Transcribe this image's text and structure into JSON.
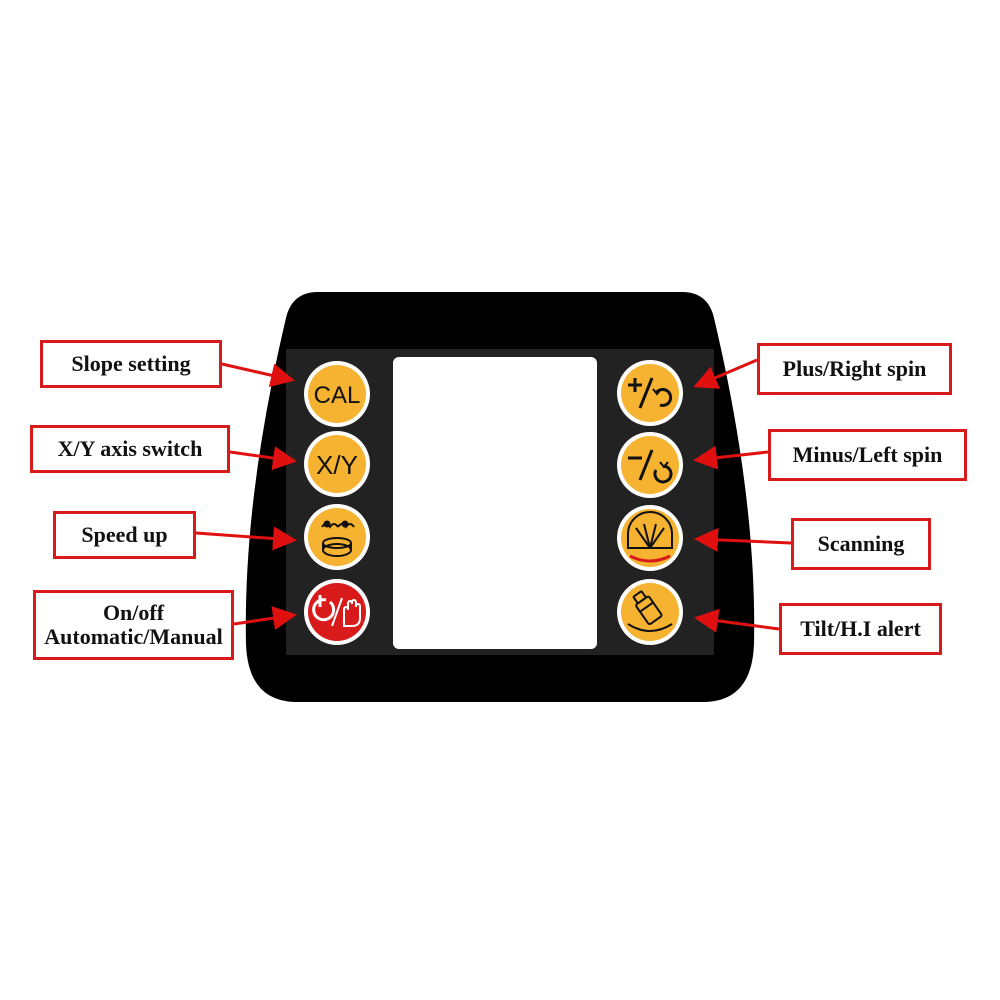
{
  "labels": {
    "slope_setting": "Slope setting",
    "xy_axis_switch": "X/Y axis switch",
    "speed_up": "Speed up",
    "onoff_line1": "On/off",
    "onoff_line2": "Automatic/Manual",
    "plus_right_spin": "Plus/Right spin",
    "minus_left_spin": "Minus/Left spin",
    "scanning": "Scanning",
    "tilt_hi_alert": "Tilt/H.I alert"
  },
  "buttons": {
    "cal": "CAL",
    "xy": "X/Y"
  },
  "colors": {
    "panel": "#000000",
    "inset": "#222222",
    "button_amber": "#f5b331",
    "power_red": "#d91a1a",
    "arrow_red": "#e01010",
    "label_border": "#d91a1a"
  },
  "icons": {
    "speed": "speed-up-icon",
    "power": "power-hand-icon",
    "plus": "plus-right-spin-icon",
    "minus": "minus-left-spin-icon",
    "scan": "scanning-icon",
    "tilt": "tilt-alert-icon"
  }
}
